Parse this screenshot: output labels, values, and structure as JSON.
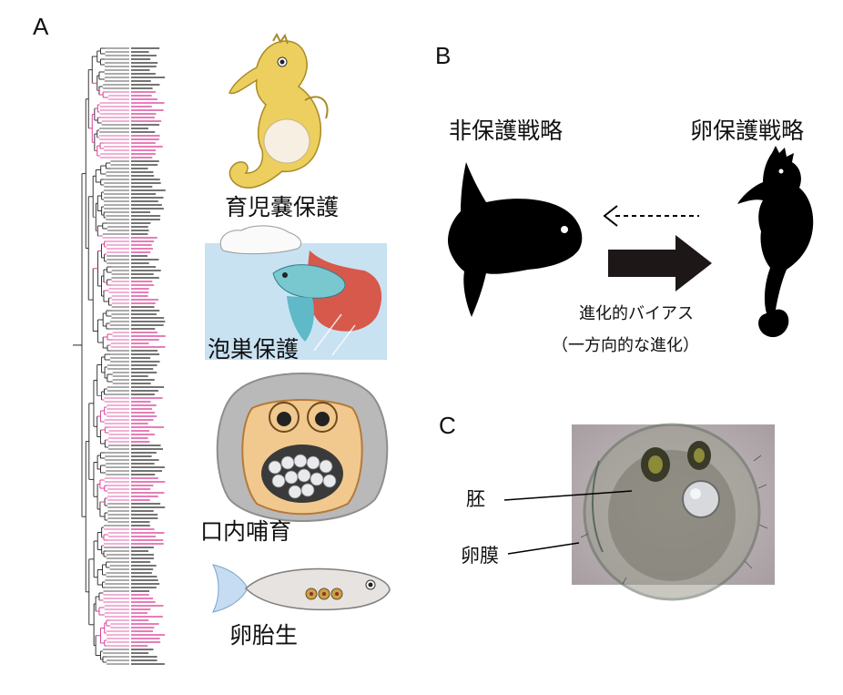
{
  "panels": {
    "a": {
      "letter": "A",
      "care_types": [
        "育児嚢保護",
        "泡巣保護",
        "口内哺育",
        "卵胎生"
      ]
    },
    "b": {
      "letter": "B",
      "left_label": "非保護戦略",
      "right_label": "卵保護戦略",
      "caption_line1": "進化的バイアス",
      "caption_line2": "（一方向的な進化）"
    },
    "c": {
      "letter": "C",
      "label_embryo": "胚",
      "label_membrane": "卵膜"
    }
  },
  "colors": {
    "care_branch": "#d6308f",
    "nonprotect_branch": "#222222",
    "seahorse_body": "#eccf5e",
    "water": "#c9e2f2"
  }
}
